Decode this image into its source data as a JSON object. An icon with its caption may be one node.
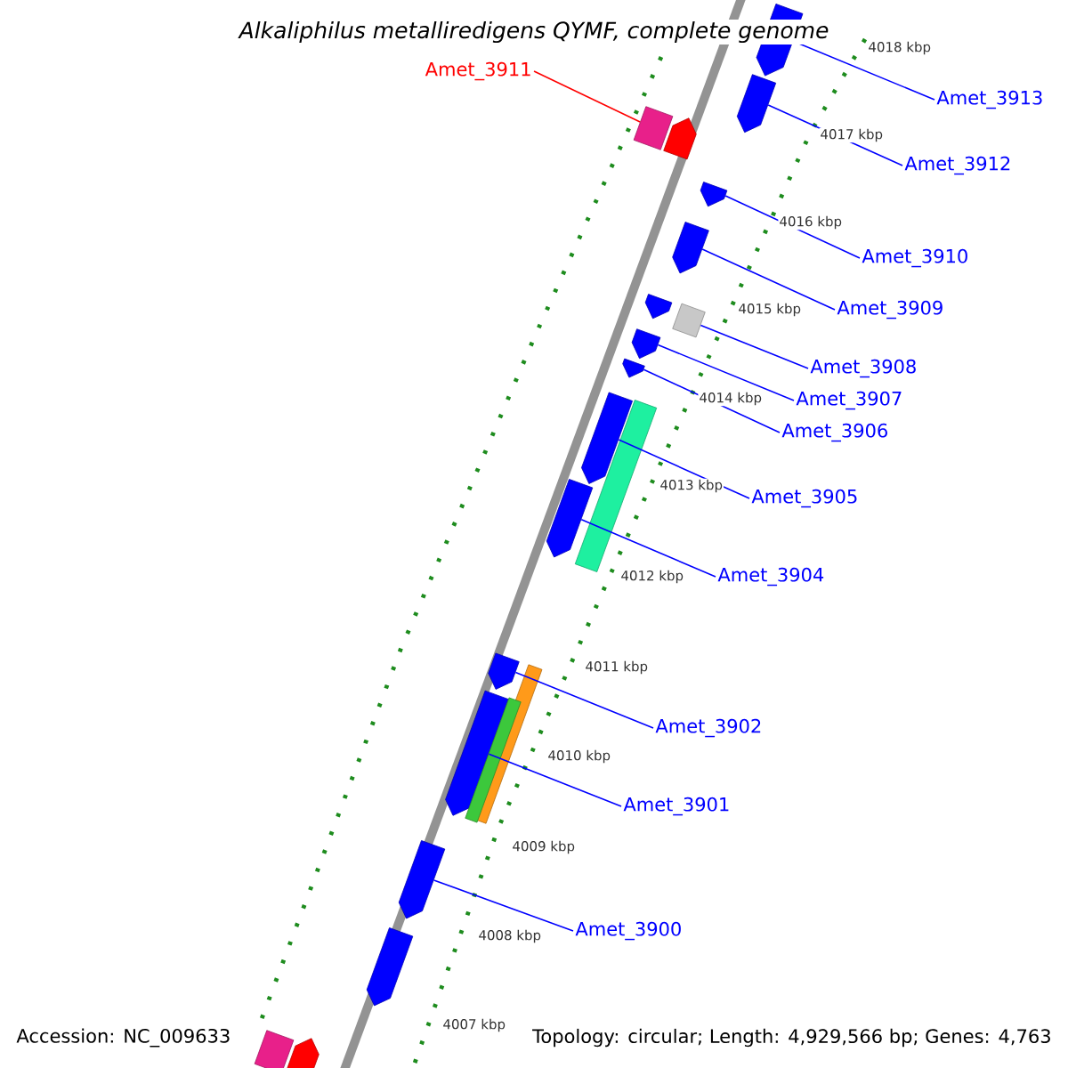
{
  "diagram": {
    "title": "Alkaliphilus metalliredigens QYMF, complete genome",
    "nodes": [
      {
        "text": [
          "Amet_3913"
        ]
      },
      {
        "text": [
          "Amet_3912"
        ]
      },
      {
        "text": [
          "Amet_3911"
        ]
      },
      {
        "text": [
          "Amet_3910"
        ]
      },
      {
        "text": [
          "Amet_3909"
        ]
      },
      {
        "text": [
          "Amet_3908"
        ]
      },
      {
        "text": [
          "Amet_3907"
        ]
      },
      {
        "text": [
          "Amet_3906"
        ]
      },
      {
        "text": [
          "Amet_3905"
        ]
      },
      {
        "text": [
          "Amet_3904"
        ]
      },
      {
        "text": [
          "Amet_3902"
        ]
      },
      {
        "text": [
          "Amet_3901"
        ]
      },
      {
        "text": [
          "Amet_3900"
        ]
      },
      {
        "text": [],
        "shape": "arrow"
      },
      {
        "text": [],
        "shape": "arrow"
      },
      {
        "text": [],
        "shape": "bar"
      },
      {
        "text": [],
        "shape": "arrow"
      },
      {
        "text": [],
        "shape": "arrow"
      },
      {
        "text": [],
        "shape": "arrow"
      },
      {
        "text": [],
        "shape": "arrow"
      },
      {
        "text": [],
        "shape": "bar"
      },
      {
        "text": [],
        "shape": "arrow"
      },
      {
        "text": [],
        "shape": "arrow"
      },
      {
        "text": [],
        "shape": "arrow"
      },
      {
        "text": [],
        "shape": "bar"
      },
      {
        "text": [],
        "shape": "arrow"
      },
      {
        "text": [],
        "shape": "arrow"
      },
      {
        "text": [],
        "shape": "bar"
      },
      {
        "text": [],
        "shape": "arrow"
      },
      {
        "text": [],
        "shape": "bar"
      },
      {
        "text": [],
        "shape": "arrow"
      },
      {
        "text": [],
        "shape": "arrow"
      },
      {
        "text": [],
        "shape": "bar"
      },
      {
        "text": [],
        "shape": "arrow"
      }
    ],
    "edges": [
      {
        "from": 0,
        "to": 13,
        "arrow": "none"
      },
      {
        "from": 1,
        "to": 14,
        "arrow": "none"
      },
      {
        "from": 2,
        "to": 15,
        "arrow": "none",
        "color": "#ff0000"
      },
      {
        "from": 3,
        "to": 17,
        "arrow": "none"
      },
      {
        "from": 4,
        "to": 18,
        "arrow": "none"
      },
      {
        "from": 5,
        "to": 20,
        "arrow": "none"
      },
      {
        "from": 6,
        "to": 21,
        "arrow": "none"
      },
      {
        "from": 7,
        "to": 22,
        "arrow": "none"
      },
      {
        "from": 8,
        "to": 23,
        "arrow": "none"
      },
      {
        "from": 9,
        "to": 25,
        "arrow": "none"
      },
      {
        "from": 10,
        "to": 26,
        "arrow": "none"
      },
      {
        "from": 11,
        "to": 28,
        "arrow": "none"
      },
      {
        "from": 12,
        "to": 30,
        "arrow": "none"
      }
    ],
    "labels": [
      "4018 kbp",
      "4017 kbp",
      "4016 kbp",
      "4015 kbp",
      "4014 kbp",
      "4013 kbp",
      "4012 kbp",
      "4011 kbp",
      "4010 kbp",
      "4009 kbp",
      "4008 kbp",
      "4007 kbp",
      "Accession: NC_009633",
      "Topology: circular; Length: 4,929,566 bp; Genes: 4,763"
    ]
  }
}
